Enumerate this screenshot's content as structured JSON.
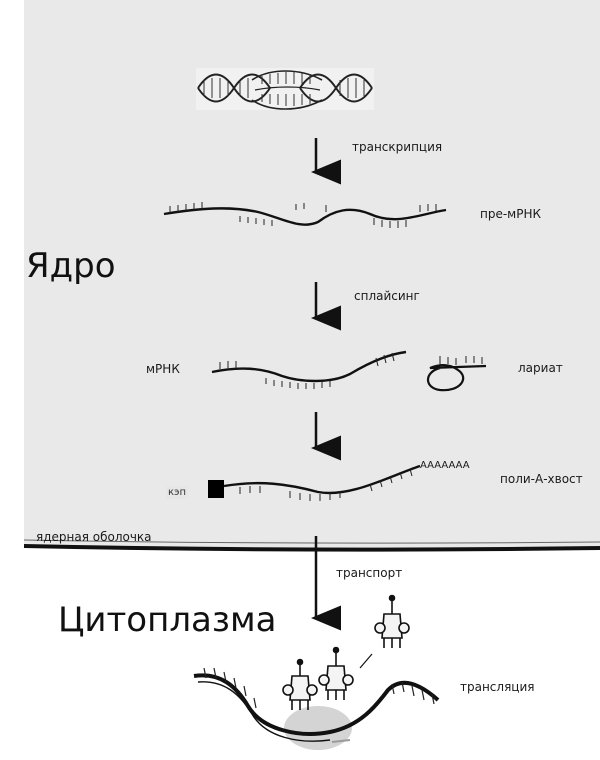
{
  "regions": {
    "nucleus": "Ядро",
    "cytoplasm": "Цитоплазма"
  },
  "steps": {
    "transcription": "транскрипция",
    "splicing": "сплайсинг",
    "transport": "транспорт",
    "translation": "трансляция"
  },
  "molecules": {
    "pre_mrna": "пре-мРНК",
    "mrna": "мРНК",
    "lariat": "лариат",
    "cap": "кэп",
    "poly_a_tail": "поли-А-хвост",
    "poly_a_seq": "AAAAAAA"
  },
  "nuclear_envelope": "ядерная оболочка",
  "colors": {
    "nucleus_bg": "#e9e9e9",
    "ink": "#111111",
    "ribosome": "#c9c9c9"
  }
}
